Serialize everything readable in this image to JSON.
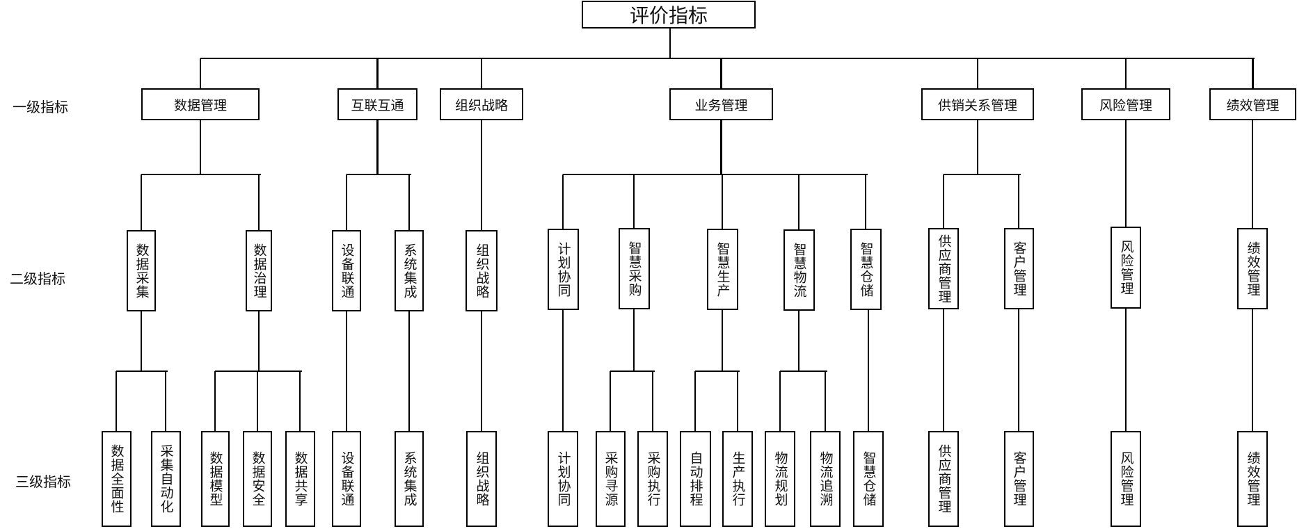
{
  "title": "评价指标",
  "level_labels": [
    "一级指标",
    "二级指标",
    "三级指标"
  ],
  "tree": [
    {
      "label": "数据管理",
      "children": [
        {
          "label": "数据采集",
          "children": [
            "数据全面性",
            "采集自动化"
          ]
        },
        {
          "label": "数据治理",
          "children": [
            "数据模型",
            "数据安全",
            "数据共享"
          ]
        }
      ]
    },
    {
      "label": "互联互通",
      "children": [
        {
          "label": "设备联通",
          "children": [
            "设备联通"
          ]
        },
        {
          "label": "系统集成",
          "children": [
            "系统集成"
          ]
        }
      ]
    },
    {
      "label": "组织战略",
      "children": [
        {
          "label": "组织战略",
          "children": [
            "组织战略"
          ]
        }
      ]
    },
    {
      "label": "业务管理",
      "children": [
        {
          "label": "计划协同",
          "children": [
            "计划协同"
          ]
        },
        {
          "label": "智慧采购",
          "children": [
            "采购寻源",
            "采购执行"
          ]
        },
        {
          "label": "智慧生产",
          "children": [
            "自动排程",
            "生产执行"
          ]
        },
        {
          "label": "智慧物流",
          "children": [
            "物流规划",
            "物流追溯"
          ]
        },
        {
          "label": "智慧仓储",
          "children": [
            "智慧仓储"
          ]
        }
      ]
    },
    {
      "label": "供销关系管理",
      "children": [
        {
          "label": "供应商管理",
          "children": [
            "供应商管理"
          ]
        },
        {
          "label": "客户管理",
          "children": [
            "客户管理"
          ]
        }
      ]
    },
    {
      "label": "风险管理",
      "children": [
        {
          "label": "风险管理",
          "children": [
            "风险管理"
          ]
        }
      ]
    },
    {
      "label": "绩效管理",
      "children": [
        {
          "label": "绩效管理",
          "children": [
            "绩效管理"
          ]
        }
      ]
    }
  ]
}
